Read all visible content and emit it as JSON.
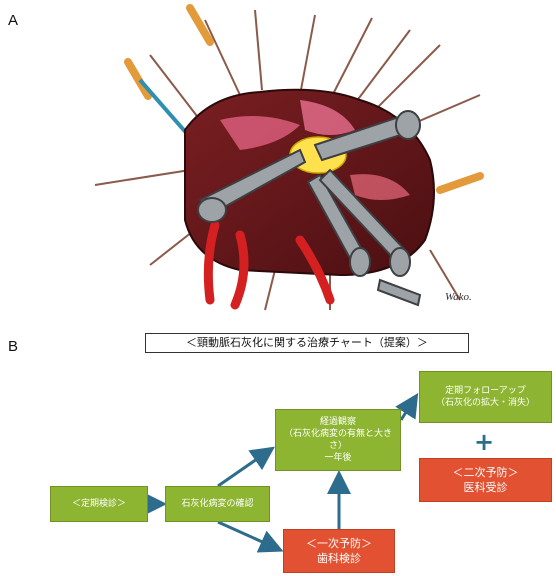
{
  "panels": {
    "a": "A",
    "b": "B"
  },
  "signature": "Wako.",
  "chart": {
    "title": "＜頸動脈石灰化に関する治療チャート（提案）＞",
    "boxes": {
      "regular_checkup": "＜定期検診＞",
      "oral_finding": "石灰化病変の確認",
      "monitoring": [
        "経過観察",
        "（石灰化病変の有無と大きさ）",
        "一年後"
      ],
      "primary_label": "＜一次予防＞",
      "primary_sub": "歯科検診",
      "followup": [
        "定期フォローアップ",
        "（石灰化の拡大・消失）"
      ],
      "secondary_label": "＜二次予防＞",
      "secondary_sub": "医科受診"
    }
  },
  "colors": {
    "box_green": "#8db532",
    "box_red": "#e25232",
    "arrow_teal": "#2d6c8c"
  }
}
